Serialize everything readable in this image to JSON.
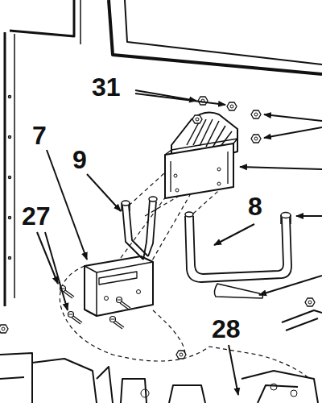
{
  "diagram": {
    "labels": [
      "31",
      "7",
      "9",
      "27",
      "8",
      "28"
    ]
  }
}
